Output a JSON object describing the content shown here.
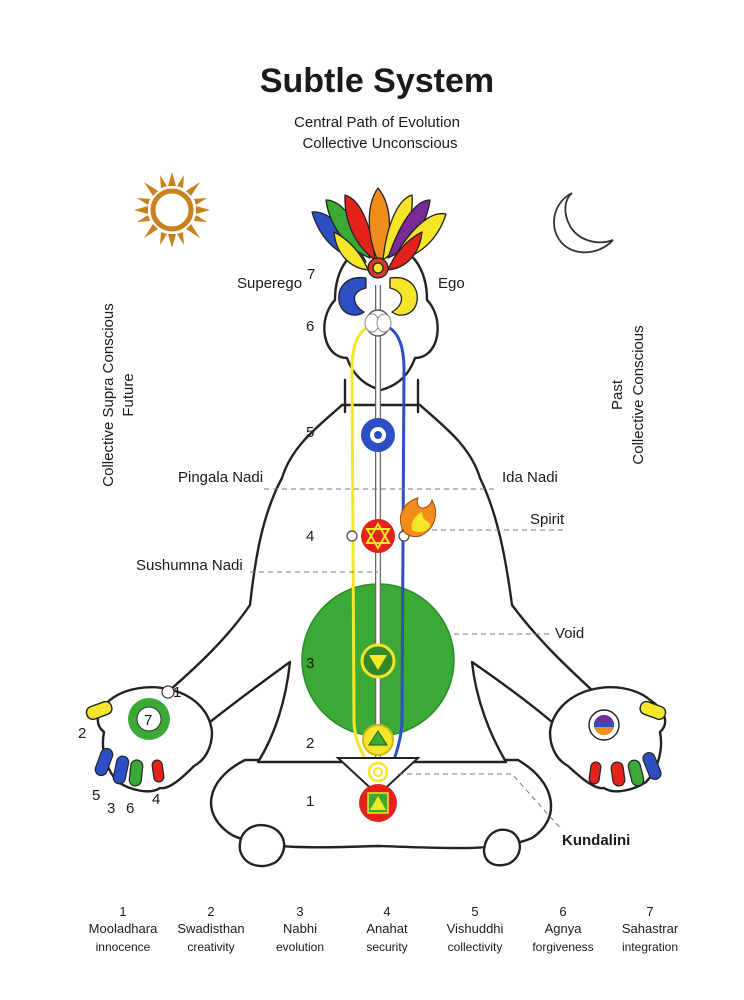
{
  "title": "Subtle System",
  "subtitle_line1": "Central Path of Evolution",
  "subtitle_line2": "Collective Unconscious",
  "left_vertical_line1": "Collective Supra Conscious",
  "left_vertical_line2": "Future",
  "right_vertical_line1": "Past",
  "right_vertical_line2": "Collective Conscious",
  "labels": {
    "superego": "Superego",
    "ego": "Ego",
    "pingala": "Pingala Nadi",
    "ida": "Ida Nadi",
    "spirit": "Spirit",
    "sushumna": "Sushumna Nadi",
    "void": "Void",
    "kundalini": "Kundalini"
  },
  "center_numbers": [
    "7",
    "6",
    "5",
    "4",
    "3",
    "2",
    "1"
  ],
  "left_hand": {
    "thumb": "1",
    "center": "7",
    "index": "2",
    "finger_a": "5",
    "finger_b": "3",
    "finger_c": "6",
    "finger_d": "4"
  },
  "chakras": [
    {
      "number": "1",
      "name": "Mooladhara",
      "quality": "innocence"
    },
    {
      "number": "2",
      "name": "Swadisthan",
      "quality": "creativity"
    },
    {
      "number": "3",
      "name": "Nabhi",
      "quality": "evolution"
    },
    {
      "number": "4",
      "name": "Anahat",
      "quality": "security"
    },
    {
      "number": "5",
      "name": "Vishuddhi",
      "quality": "collectivity"
    },
    {
      "number": "6",
      "name": "Agnya",
      "quality": "forgiveness"
    },
    {
      "number": "7",
      "name": "Sahastrar",
      "quality": "integration"
    }
  ],
  "colors": {
    "green": "#3aa935",
    "yellow": "#f5e62a",
    "blue": "#2d4fc4",
    "red": "#e3231b",
    "orange": "#f28c1b",
    "purple": "#7a2a96",
    "sun": "#c8811d"
  },
  "icons": [
    "sun-icon",
    "moon-icon",
    "lotus-icon",
    "flame-icon"
  ]
}
